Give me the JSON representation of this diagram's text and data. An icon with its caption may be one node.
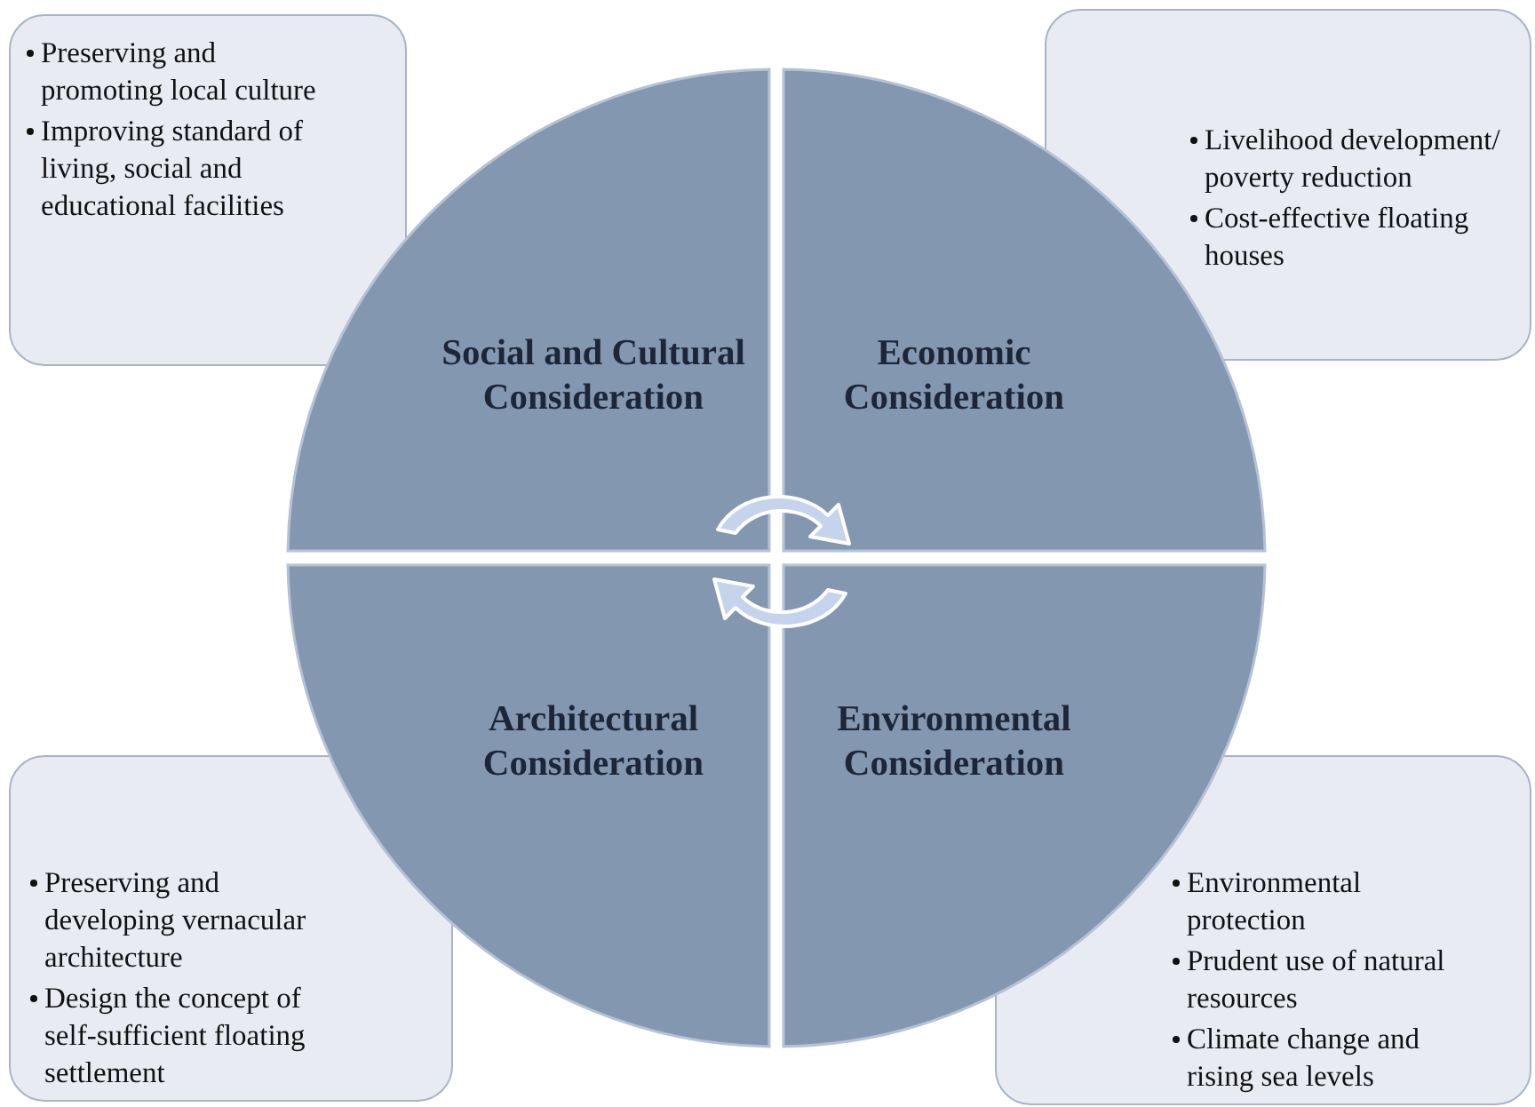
{
  "diagram": {
    "nodes": [
      {
        "text": [
          "Preserving and promoting local culture",
          "Improving standard of living, social and educational facilities"
        ]
      },
      {
        "text": [
          "Livelihood development/ poverty reduction",
          "Cost-effective floating houses"
        ]
      },
      {
        "text": [
          "Social and Cultural Consideration"
        ]
      },
      {
        "text": [
          "Economic Consideration"
        ]
      },
      {
        "text": [
          "Architectural Consideration"
        ]
      },
      {
        "text": [
          "Environmental Consideration"
        ]
      },
      {
        "text": [
          "Preserving and developing vernacular architecture",
          "Design the concept of self-sufficient floating settlement"
        ]
      },
      {
        "text": [
          "Environmental protection",
          "Prudent use of natural resources",
          "Climate change and rising sea levels"
        ]
      }
    ]
  }
}
